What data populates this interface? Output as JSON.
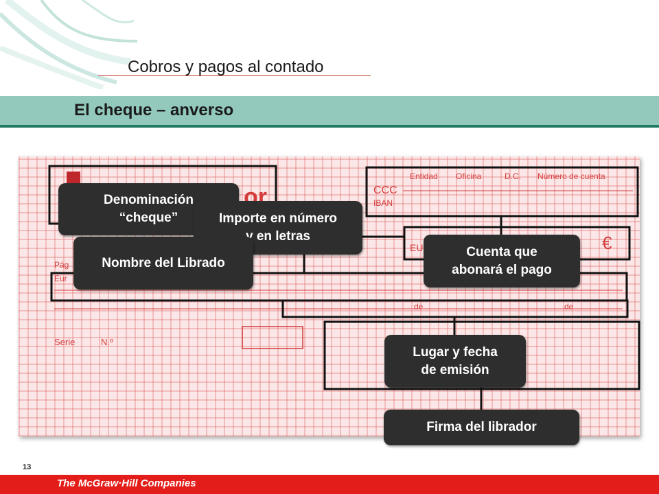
{
  "header": {
    "title": "Cobros y pagos al contado",
    "subtitle": "El cheque – anverso"
  },
  "cheque": {
    "logo_fragment": "or",
    "account_labels": [
      "Entidad",
      "Oficina",
      "D.C.",
      "Número de cuenta"
    ],
    "ccc": "CCC",
    "iban": "IBAN",
    "eur_left": "EU",
    "euro_symbol": "€",
    "pag": "Pág",
    "eur_row": "Eur",
    "de1": "de",
    "de2": "de",
    "serie": "Serie",
    "numero": "N.º"
  },
  "callouts": {
    "denominacion_line1": "Denominación",
    "denominacion_line2": "“cheque”",
    "importe_line1": "Importe en número",
    "importe_line2": "y en letras",
    "librado": "Nombre del Librado",
    "cuenta_line1": "Cuenta que",
    "cuenta_line2": "abonará el pago",
    "lugar_line1": "Lugar y fecha",
    "lugar_line2": "de emisión",
    "firma": "Firma del librador"
  },
  "footer": {
    "slide_number": "13",
    "company": "The McGraw·Hill Companies"
  }
}
